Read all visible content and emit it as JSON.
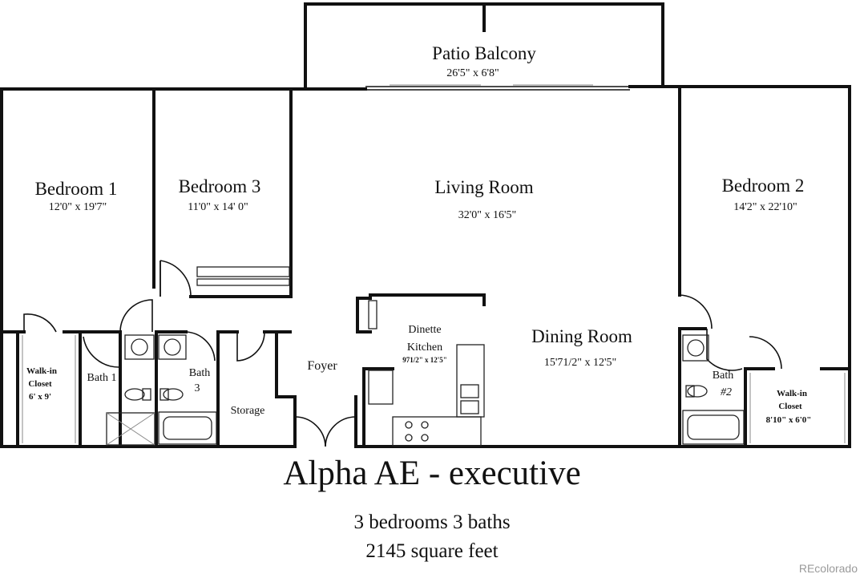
{
  "plan": {
    "rooms": {
      "patio": {
        "name": "Patio Balcony",
        "dims": "26'5\" x 6'8\""
      },
      "bedroom1": {
        "name": "Bedroom 1",
        "dims": "12'0\" x 19'7\""
      },
      "bedroom3": {
        "name": "Bedroom 3",
        "dims": "11'0\" x 14' 0\""
      },
      "living": {
        "name": "Living Room",
        "dims": "32'0\" x 16'5\""
      },
      "bedroom2": {
        "name": "Bedroom 2",
        "dims": "14'2\" x 22'10\""
      },
      "dining": {
        "name": "Dining Room",
        "dims": "15'71/2\" x 12'5\""
      },
      "kitchen": {
        "name1": "Dinette",
        "name2": "Kitchen",
        "dims": "971/2\" x 12'5\""
      },
      "walkin1": {
        "line1": "Walk-in",
        "line2": "Closet",
        "dims": "6' x 9'"
      },
      "bath1": {
        "name": "Bath 1"
      },
      "bath3": {
        "name": "Bath",
        "num": "3"
      },
      "storage": {
        "name": "Storage"
      },
      "foyer": {
        "name": "Foyer"
      },
      "bath2": {
        "name": "Bath",
        "num": "#2"
      },
      "walkin2": {
        "line1": "Walk-in",
        "line2": "Closet",
        "dims": "8'10\" x 6'0\""
      }
    }
  },
  "caption": {
    "title": "Alpha AE - executive",
    "line1": "3 bedrooms 3 baths",
    "line2": "2145 square feet"
  },
  "watermark": "REcolorado"
}
